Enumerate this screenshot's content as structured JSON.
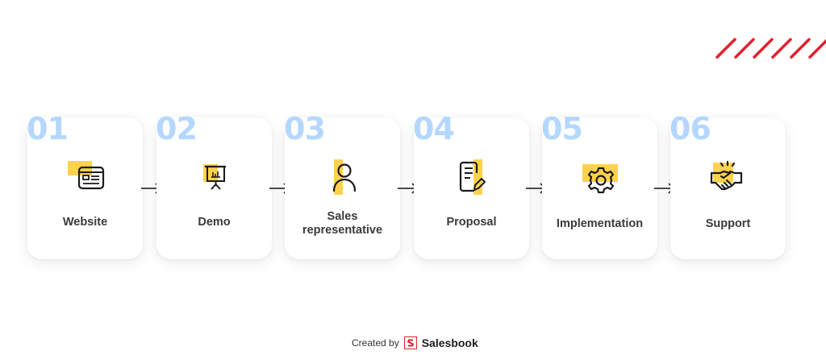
{
  "colors": {
    "number": "#b5d7ff",
    "accent_yellow": "#ffd24d",
    "stroke": "#1a1a1a",
    "slashes": "#e0212e",
    "label": "#3a3a3a"
  },
  "steps": [
    {
      "number": "01",
      "label": "Website",
      "icon": "website-icon"
    },
    {
      "number": "02",
      "label": "Demo",
      "icon": "presentation-board-icon"
    },
    {
      "number": "03",
      "label": "Sales representative",
      "label_line1": "Sales",
      "label_line2": "representative",
      "icon": "person-icon"
    },
    {
      "number": "04",
      "label": "Proposal",
      "icon": "document-edit-icon"
    },
    {
      "number": "05",
      "label": "Implementation",
      "icon": "gear-icon"
    },
    {
      "number": "06",
      "label": "Support",
      "icon": "handshake-icon"
    }
  ],
  "footer": {
    "created_by": "Created by",
    "brand": "Salesbook"
  }
}
